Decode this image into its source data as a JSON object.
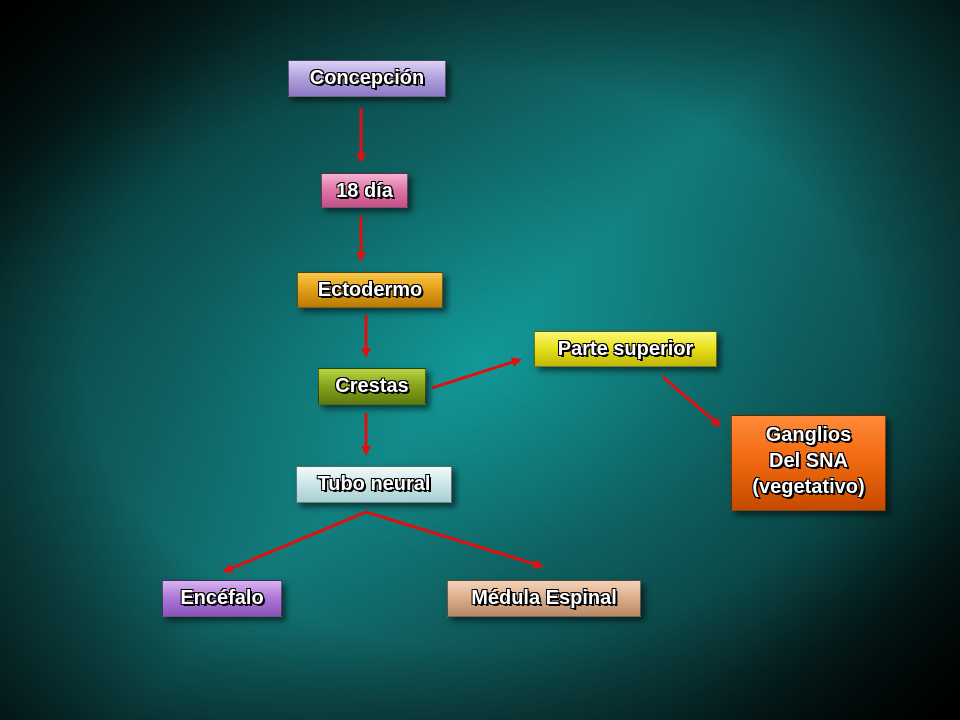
{
  "diagram": {
    "nodes": {
      "concepcion": "Concepción",
      "dia18": "18 día",
      "ectodermo": "Ectodermo",
      "crestas": "Crestas",
      "tubo_neural": "Tubo neural",
      "parte_superior": "Parte superior",
      "ganglios": [
        "Ganglios",
        "Del SNA",
        "(vegetativo)"
      ],
      "encefalo": "Encéfalo",
      "medula_espinal": "Médula Espinal"
    },
    "edges": [
      [
        "concepcion",
        "dia18"
      ],
      [
        "dia18",
        "ectodermo"
      ],
      [
        "ectodermo",
        "crestas"
      ],
      [
        "crestas",
        "tubo_neural"
      ],
      [
        "crestas",
        "parte_superior"
      ],
      [
        "parte_superior",
        "ganglios"
      ],
      [
        "tubo_neural",
        "encefalo"
      ],
      [
        "tubo_neural",
        "medula_espinal"
      ]
    ],
    "colors": {
      "arrow": "#e01010",
      "concepcion": "#b3a3e0",
      "dia18": "#e07aa9",
      "ectodermo": "#e4a21a",
      "crestas": "#8aa520",
      "tubo_neural": "#cde8ea",
      "parte_superior": "#e9e21e",
      "ganglios": "#f26a10",
      "encefalo": "#b07ad8",
      "medula_espinal": "#ddb08e"
    }
  }
}
